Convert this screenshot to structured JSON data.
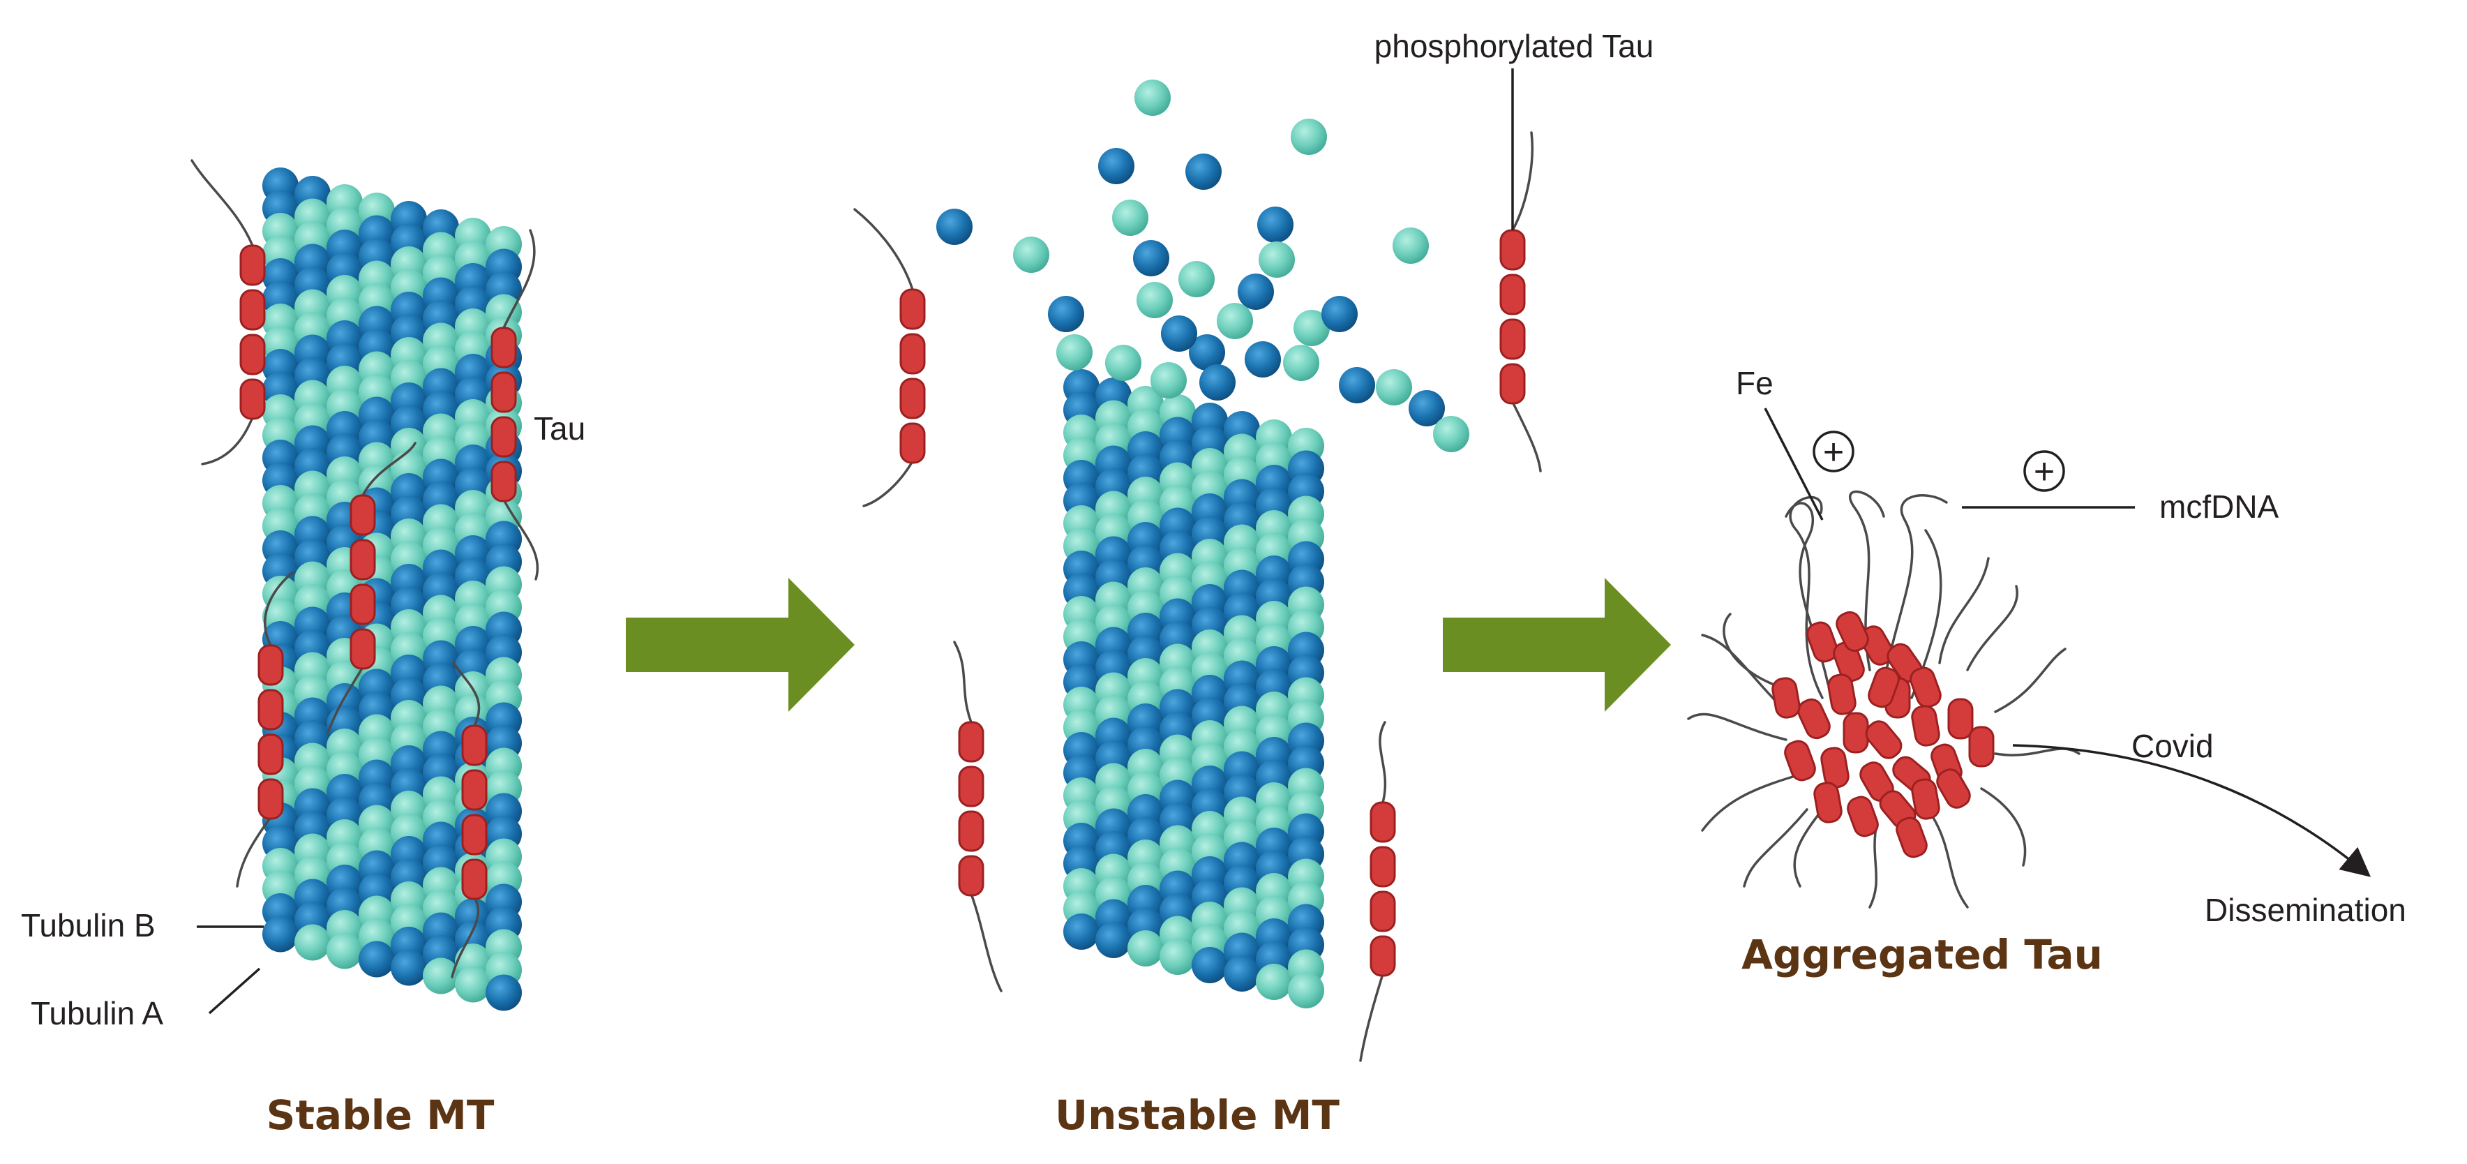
{
  "panels": {
    "stable": {
      "title": "Stable MT",
      "labels": {
        "tau": "Tau",
        "tubulin_b": "Tubulin B",
        "tubulin_a": "Tubulin A"
      }
    },
    "unstable": {
      "title": "Unstable MT",
      "labels": {
        "phosphorylated_tau": "phosphorylated Tau"
      }
    },
    "aggregated": {
      "title": "Aggregated Tau",
      "labels": {
        "fe": "Fe",
        "mcfdna": "mcfDNA",
        "covid": "Covid",
        "dissemination": "Dissemination"
      },
      "charge_symbol": "+"
    }
  },
  "colors": {
    "tubulin_a": "#6fd0bd",
    "tubulin_b": "#1b73b0",
    "tau_segment": "#d43c3c",
    "arrow": "#6b8e23",
    "title_text": "#5b3414",
    "label_text": "#231f20"
  },
  "icons": {
    "arrow_1": "right-arrow-icon",
    "arrow_2": "right-arrow-icon",
    "charge": "plus-circle-icon"
  }
}
